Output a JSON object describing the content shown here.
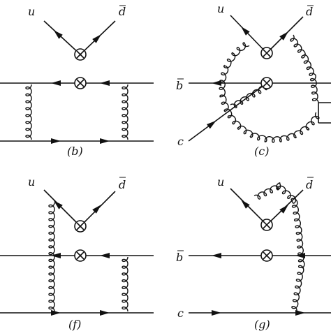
{
  "panels": [
    {
      "id": "b",
      "caption": "(b)",
      "quark_left": "u",
      "quark_right": "d"
    },
    {
      "id": "c",
      "caption": "(c)",
      "quark_left": "u",
      "quark_right": "d",
      "line_top": "b",
      "line_bottom": "c"
    },
    {
      "id": "f",
      "caption": "(f)",
      "quark_left": "u",
      "quark_right": "d"
    },
    {
      "id": "g",
      "caption": "(g)",
      "quark_left": "u",
      "quark_right": "d",
      "line_top": "b",
      "line_bottom": "c"
    }
  ]
}
